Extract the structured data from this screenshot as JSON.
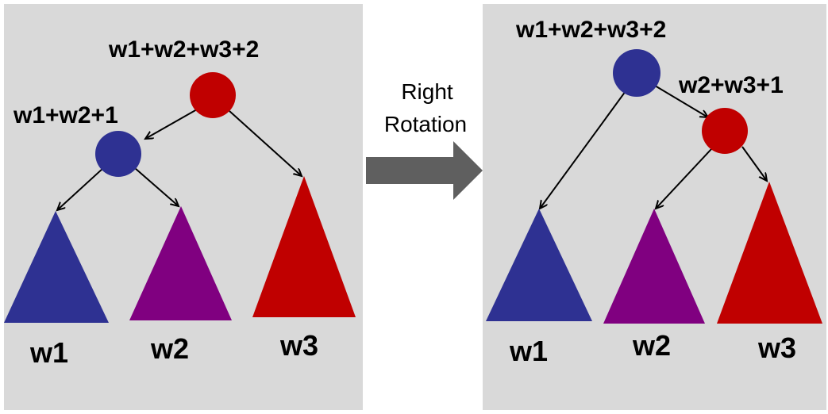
{
  "colors": {
    "panel": "#d9d9d9",
    "red": "#c00000",
    "blue": "#2e3192",
    "purple": "#800080",
    "arrow": "#5f5f5f"
  },
  "left": {
    "root_label": "w1+w2+w3+2",
    "child_label": "w1+w2+1",
    "subtrees": [
      "w1",
      "w2",
      "w3"
    ]
  },
  "arrow": {
    "caption_line1": "Right",
    "caption_line2": "Rotation"
  },
  "right": {
    "root_label": "w1+w2+w3+2",
    "child_label": "w2+w3+1",
    "subtrees": [
      "w1",
      "w2",
      "w3"
    ]
  }
}
